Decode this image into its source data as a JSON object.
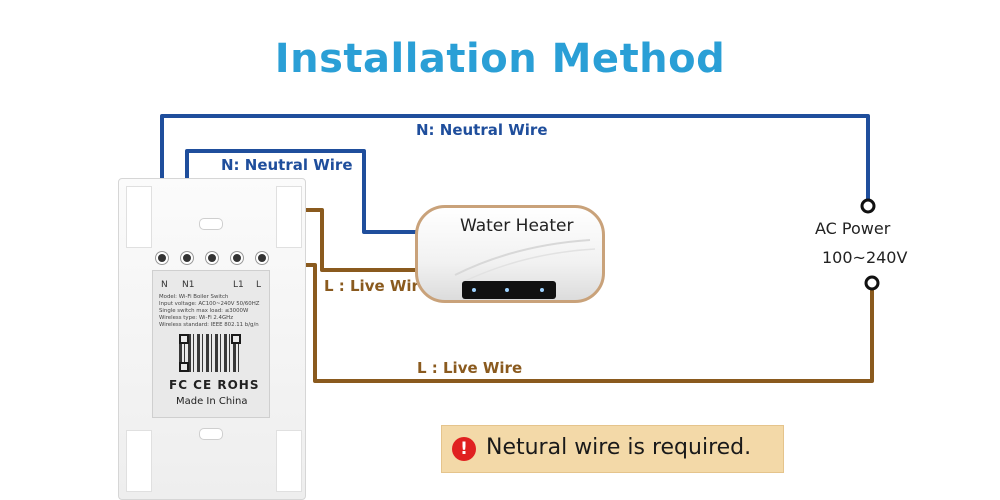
{
  "title": "Installation Method",
  "wires": {
    "neutral_top": "N: Neutral Wire",
    "neutral_heater": "N: Neutral Wire",
    "live_heater": "L : Live Wire",
    "live_bottom": "L : Live Wire"
  },
  "ac_power": {
    "label": "AC Power",
    "range": "100~240V"
  },
  "heater": {
    "name": "Water Heater"
  },
  "switch": {
    "terminals": [
      "N",
      "N1",
      "L1",
      "L"
    ],
    "specs": [
      "Model:    Wi-Fi Boiler Switch",
      "Input voltage:  AC100~240V  50/60HZ",
      "Single switch max load:  ≤3000W",
      "Wireless type:   Wi-Fi 2.4GHz",
      "Wireless standard:  IEEE 802.11 b/g/n"
    ],
    "certifications": "FC CE ROHS",
    "made_in": "Made In China"
  },
  "note": {
    "icon": "!",
    "text": "Netural wire is required."
  },
  "colors": {
    "title": "#2a9fd6",
    "neutral_wire": "#1f4e9c",
    "live_wire": "#8a5a1e",
    "note_bg": "#f3d9a8",
    "alert": "#e02020"
  }
}
